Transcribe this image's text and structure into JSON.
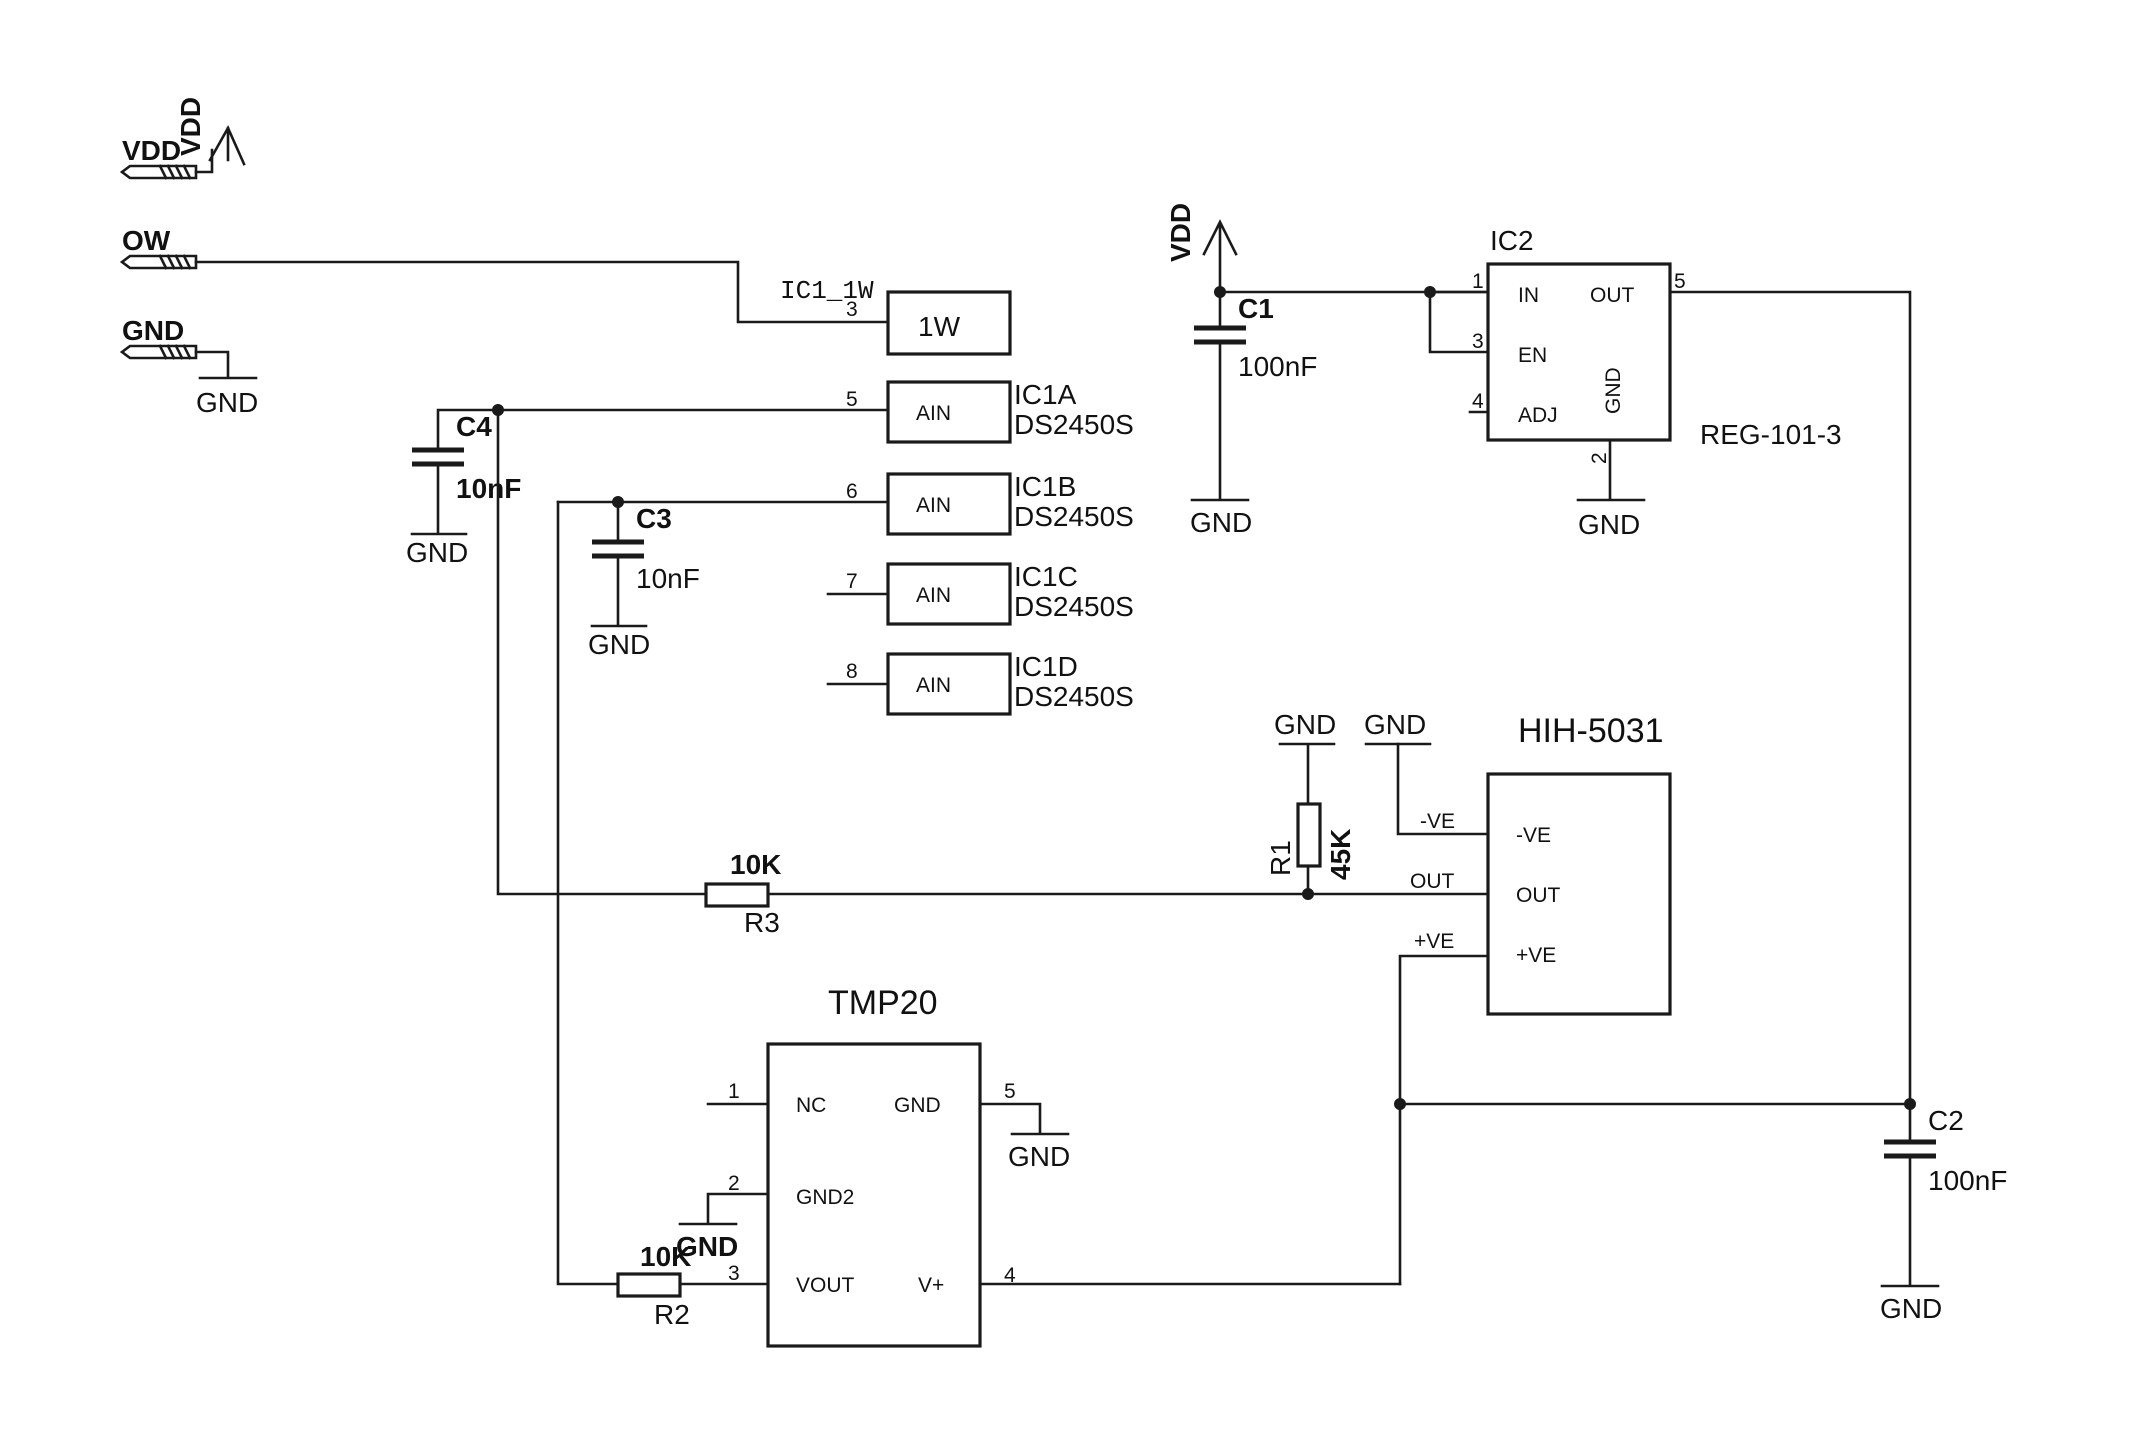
{
  "connectors": {
    "vdd": {
      "label": "VDD",
      "rot_label": "VDD"
    },
    "ow": {
      "label": "OW"
    },
    "gnd": {
      "label": "GND",
      "symbol": "GND"
    }
  },
  "ic1_1w": {
    "ref": "IC1_1W",
    "body": "1W",
    "pin": "3"
  },
  "ic1_units": [
    {
      "name": "IC1A",
      "part": "DS2450S",
      "body": "AIN",
      "pin": "5"
    },
    {
      "name": "IC1B",
      "part": "DS2450S",
      "body": "AIN",
      "pin": "6"
    },
    {
      "name": "IC1C",
      "part": "DS2450S",
      "body": "AIN",
      "pin": "7"
    },
    {
      "name": "IC1D",
      "part": "DS2450S",
      "body": "AIN",
      "pin": "8"
    }
  ],
  "c4": {
    "ref": "C4",
    "value": "10nF",
    "gnd": "GND"
  },
  "c3": {
    "ref": "C3",
    "value": "10nF",
    "gnd": "GND"
  },
  "c1": {
    "ref": "C1",
    "value": "100nF",
    "supply": "VDD",
    "gnd": "GND"
  },
  "c2": {
    "ref": "C2",
    "value": "100nF",
    "gnd": "GND"
  },
  "ic2": {
    "ref": "IC2",
    "part": "REG-101-3",
    "pins": {
      "in": "IN",
      "en": "EN",
      "adj": "ADJ",
      "out": "OUT",
      "gnd": "GND"
    },
    "pin_numbers": {
      "in": "1",
      "en": "3",
      "adj": "4",
      "out": "5",
      "gnd": "2"
    },
    "gnd": "GND"
  },
  "hih": {
    "part": "HIH-5031",
    "pins": {
      "neg": "-VE",
      "out": "OUT",
      "pos": "+VE"
    },
    "net_labels": {
      "neg": "-VE",
      "out": "OUT",
      "pos": "+VE"
    },
    "gnd": "GND"
  },
  "r1": {
    "ref": "R1",
    "value": "45K",
    "gnd": "GND"
  },
  "r3": {
    "ref": "R3",
    "value": "10K"
  },
  "r2": {
    "ref": "R2",
    "value": "10K"
  },
  "tmp20": {
    "part": "TMP20",
    "pins": {
      "nc": "NC",
      "gnd2": "GND2",
      "vout": "VOUT",
      "gnd": "GND",
      "vplus": "V+"
    },
    "pin_numbers": {
      "nc": "1",
      "gnd2": "2",
      "vout": "3",
      "gnd": "5",
      "vplus": "4"
    },
    "gnd_a": "GND",
    "gnd_b": "GND"
  }
}
